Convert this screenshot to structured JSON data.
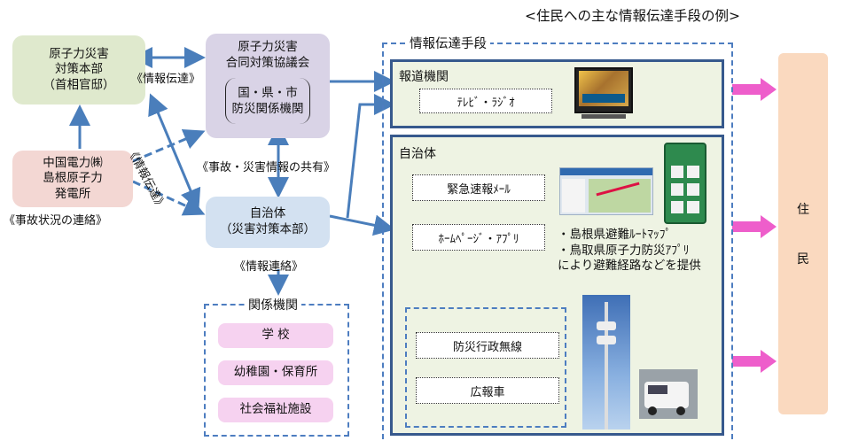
{
  "header": {
    "title": "<住民への主な情報伝達手段の例>"
  },
  "nodes": {
    "nuclear_hq": "原子力災害\n対策本部\n（首相官邸）",
    "council_title": "原子力災害\n合同対策協議会",
    "council_members": "国・県・市\n防災関係機関",
    "chugoku": "中国電力㈱\n島根原子力\n発電所",
    "municipality": "自治体\n（災害対策本部）"
  },
  "edge_labels": {
    "info_transfer_top": "《情報伝達》",
    "info_transfer_diag": "《情報伝達》",
    "info_share": "《事故・災害情報の共有》",
    "accident_contact": "《事故状況の連絡》",
    "info_contact": "《情報連絡》"
  },
  "related": {
    "title": "関係機関",
    "items": [
      "学 校",
      "幼稚園・保育所",
      "社会福祉施設"
    ]
  },
  "info_means": {
    "title": "情報伝達手段",
    "media": {
      "title": "報道機関",
      "tv_radio": "ﾃﾚﾋﾞ・ﾗｼﾞｵ"
    },
    "local_gov": {
      "title": "自治体",
      "emergency_mail": "緊急速報ﾒｰﾙ",
      "homepage_app": "ﾎｰﾑﾍﾟｰｼﾞ・ｱﾌﾟﾘ",
      "app_note": "・島根県避難ﾙｰﾄﾏｯﾌﾟ\n・鳥取県原子力防災ｱﾌﾟﾘ\nにより避難経路などを提供",
      "disaster_radio": "防災行政無線",
      "pr_car": "広報車"
    }
  },
  "residents": [
    "住",
    "民"
  ],
  "colors": {
    "arrow_blue": "#4a7ebb",
    "arrow_pink": "#ee5ecb",
    "panel_border": "#37598d",
    "resident_bg": "#fad9bf"
  }
}
